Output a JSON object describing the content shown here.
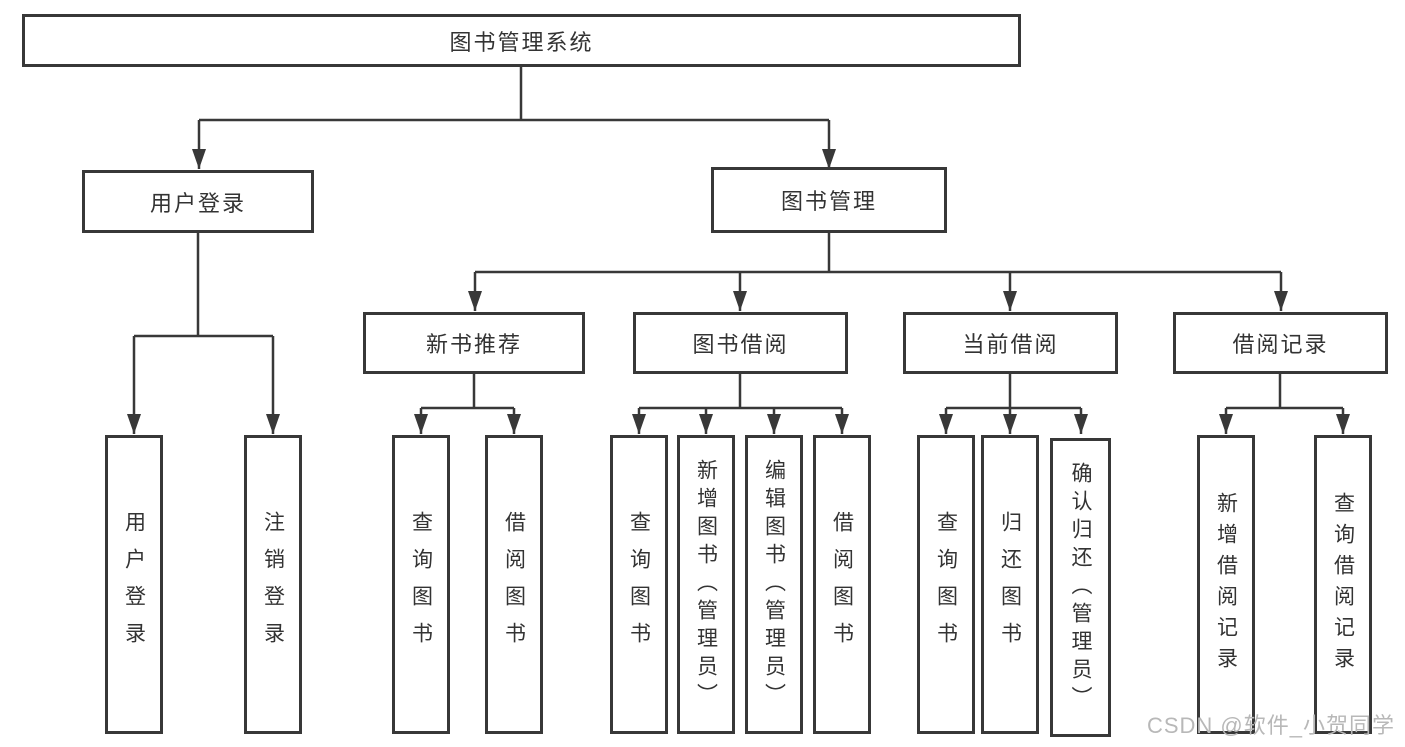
{
  "diagram": {
    "root": {
      "label": "图书管理系统"
    },
    "level2": [
      {
        "label": "用户登录"
      },
      {
        "label": "图书管理"
      }
    ],
    "level3": [
      {
        "label": "新书推荐"
      },
      {
        "label": "图书借阅"
      },
      {
        "label": "当前借阅"
      },
      {
        "label": "借阅记录"
      }
    ],
    "leaves": [
      {
        "label": "用户登录"
      },
      {
        "label": "注销登录"
      },
      {
        "label": "查询图书"
      },
      {
        "label": "借阅图书"
      },
      {
        "label": "查询图书"
      },
      {
        "label": "新增图书（管理员）"
      },
      {
        "label": "编辑图书（管理员）"
      },
      {
        "label": "借阅图书"
      },
      {
        "label": "查询图书"
      },
      {
        "label": "归还图书"
      },
      {
        "label": "确认归还（管理员）"
      },
      {
        "label": "新增借阅记录"
      },
      {
        "label": "查询借阅记录"
      }
    ]
  },
  "watermark": {
    "text": "CSDN @软件_小贺同学"
  },
  "colors": {
    "line": "#383838",
    "border": "#383838",
    "text": "#333333",
    "watermark": "#b8b8b8",
    "background": "#ffffff"
  }
}
